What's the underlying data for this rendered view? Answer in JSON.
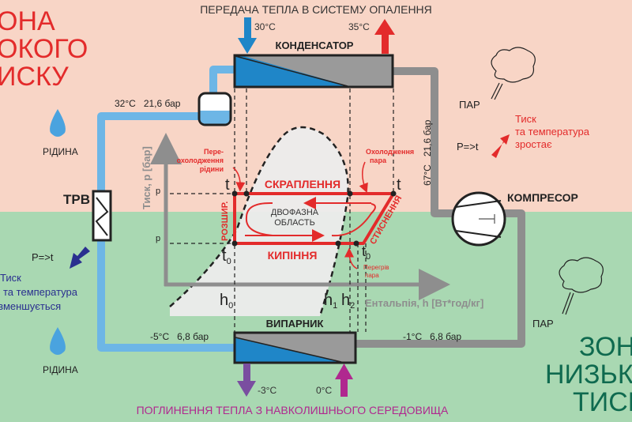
{
  "colors": {
    "high_zone": "#f8d5c6",
    "low_zone": "#a9d8b2",
    "liquid_pipe": "#6db6e6",
    "vapor_pipe": "#8e8e8e",
    "cycle": "#e32b2b",
    "heat_out": "#e32b2b",
    "heat_in_arrow": "#b0288f",
    "cold_out_arrow": "#7a4ea0",
    "zone_high_text": "#e32b2b",
    "zone_low_text": "#0f6a4f"
  },
  "top_caption": "ПЕРЕДАЧА ТЕПЛА В СИСТЕМУ ОПАЛЕННЯ",
  "bottom_caption": "ПОГЛИНЕННЯ ТЕПЛА З НАВКОЛИШНЬОГО СЕРЕДОВИЩА",
  "zone_high": [
    "ОНА",
    "ОКОГО",
    "ИСКУ"
  ],
  "zone_low": [
    "ЗОНА",
    "НИЗЬКО",
    "ТИСК"
  ],
  "condenser": {
    "label": "КОНДЕНСАТОР",
    "in_temp": "30°C",
    "out_temp": "35°C"
  },
  "evaporator": {
    "label": "ВИПАРНИК",
    "out_temp": "-3°C",
    "in_temp": "0°C"
  },
  "compressor": {
    "label": "КОМПРЕСОР"
  },
  "trv": {
    "label": "ТРВ"
  },
  "states": {
    "after_receiver": "32°C   21,6 бар",
    "after_compressor": "67°C   21,6 бар",
    "before_evaporator": "-5°C   6,8 бар",
    "after_evaporator": "-1°C   6,8 бар"
  },
  "liquid_label": "РІДИНА",
  "vapor_label": "ПАР",
  "high_side": {
    "formula": "P=>t",
    "note": [
      "Тиск",
      "та температура",
      "зростає"
    ]
  },
  "low_side": {
    "formula": "P=>t",
    "note": [
      "Тиск",
      "та температура",
      "зменшується"
    ]
  },
  "chart": {
    "y_axis": "Тиск, p [бар]",
    "x_axis": "Ентальпія, h [Вт*год/кг]",
    "p_label": "p",
    "t_label": "t",
    "t0_label": "t",
    "sub0": "0",
    "h0": "h",
    "h1": "h",
    "h2": "h",
    "sub1": "1",
    "sub2": "2",
    "condensation": "СКРАПЛЕННЯ",
    "boiling": "КИПІННЯ",
    "expansion": "РОЗШИР.",
    "compression": "СТИСНЕННЯ",
    "two_phase": [
      "ДВОФАЗНА",
      "ОБЛАСТЬ"
    ],
    "subcooling": [
      "Пере-",
      "охолодження",
      "рідини"
    ],
    "desuperheat": [
      "Охолодження",
      "пара"
    ],
    "superheat": [
      "Перегрів",
      "пара"
    ]
  }
}
